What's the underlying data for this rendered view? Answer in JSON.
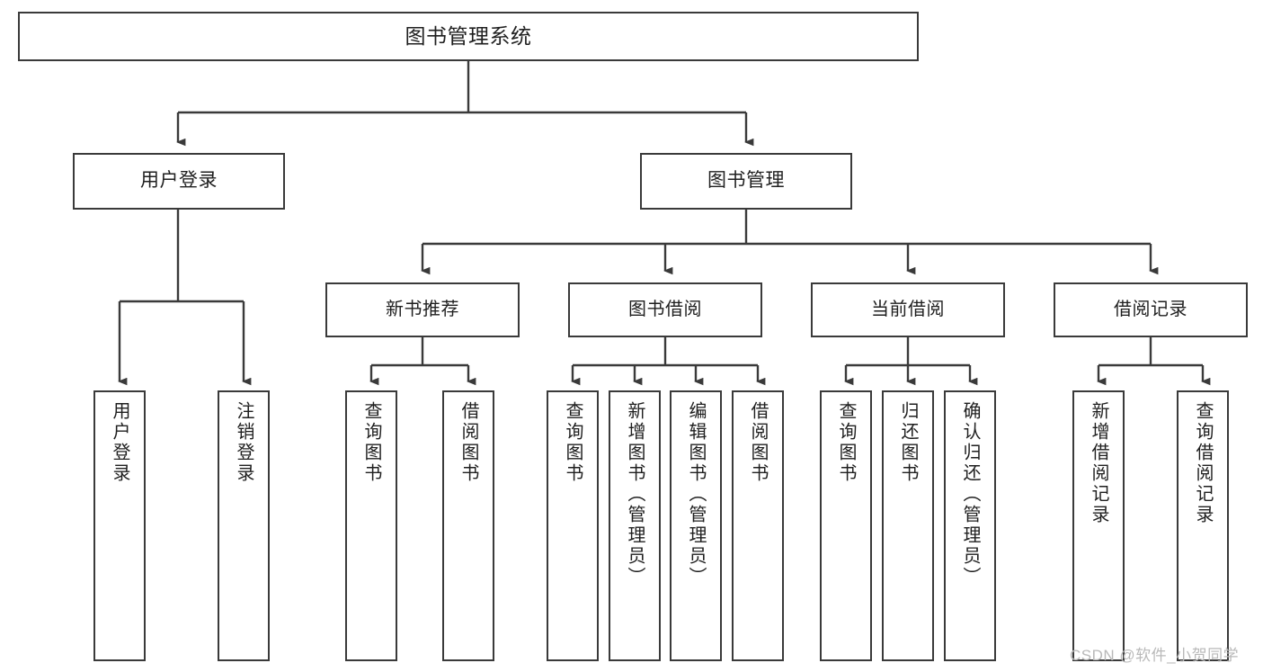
{
  "diagram": {
    "title": "图书管理系统",
    "stroke_color": "#3a3a3a",
    "text_color": "#1f1f1f",
    "background": "#ffffff"
  },
  "nodes": {
    "root": {
      "label": "图书管理系统"
    },
    "level2": [
      {
        "label": "用户登录"
      },
      {
        "label": "图书管理"
      }
    ],
    "level3": [
      {
        "label": "新书推荐"
      },
      {
        "label": "图书借阅"
      },
      {
        "label": "当前借阅"
      },
      {
        "label": "借阅记录"
      }
    ],
    "leaves": [
      {
        "label": "用户登录"
      },
      {
        "label": "注销登录"
      },
      {
        "label": "查询图书"
      },
      {
        "label": "借阅图书"
      },
      {
        "label": "查询图书"
      },
      {
        "label": "新增图书（管理员）"
      },
      {
        "label": "编辑图书（管理员）"
      },
      {
        "label": "借阅图书"
      },
      {
        "label": "查询图书"
      },
      {
        "label": "归还图书"
      },
      {
        "label": "确认归还（管理员）"
      },
      {
        "label": "新增借阅记录"
      },
      {
        "label": "查询借阅记录"
      }
    ]
  },
  "watermark": {
    "text": "CSDN @软件_小贺同学"
  }
}
